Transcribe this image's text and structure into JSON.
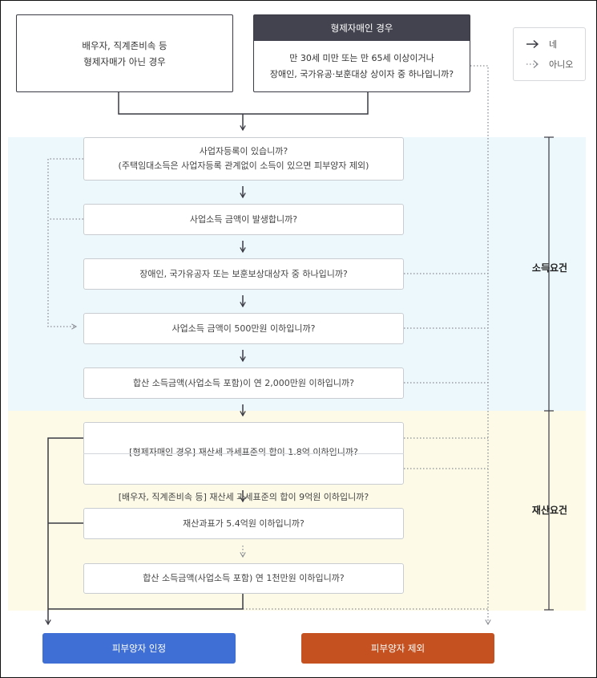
{
  "nodes": {
    "start_not_sibling": "배우자, 직계존비속 등\n형제자매가 아닌 경우",
    "start_sibling_title": "형제자매인 경우",
    "start_sibling_question": "만 30세 미만 또는 만 65세 이상이거나\n장애인, 국가유공·보훈대상 상이자 중 하나입니까?",
    "q1": "사업자등록이 있습니까?\n(주택임대소득은 사업자등록 관계없이 소득이 있으면 피부양자 제외)",
    "q2": "사업소득 금액이 발생합니까?",
    "q3": "장애인, 국가유공자 또는 보훈보상대상자 중 하나입니까?",
    "q4": "사업소득 금액이 500만원 이하입니까?",
    "q5": "합산 소득금액(사업소득 포함)이 연 2,000만원 이하입니까?",
    "q6a": "[형제자매인 경우] 재산세 과세표준의 합이 1.8억 이하입니까?",
    "q6b": "[배우자, 직계존비속 등] 재산세 과세표준의 합이 9억원 이하입니까?",
    "q7": "재산과표가 5.4억원 이하입니까?",
    "q8": "합산 소득금액(사업소득 포함) 연 1천만원 이하입니까?"
  },
  "legend": {
    "yes": "네",
    "no": "아니오"
  },
  "sections": {
    "income": "소득요건",
    "asset": "재산요건"
  },
  "results": {
    "approved": "피부양자 인정",
    "excluded": "피부양자 제외"
  },
  "colors": {
    "income_band": "#edf8fc",
    "asset_band": "#fdfbe8",
    "header_dark": "#43434f",
    "approved": "#3f6fd4",
    "excluded": "#c4511f"
  }
}
